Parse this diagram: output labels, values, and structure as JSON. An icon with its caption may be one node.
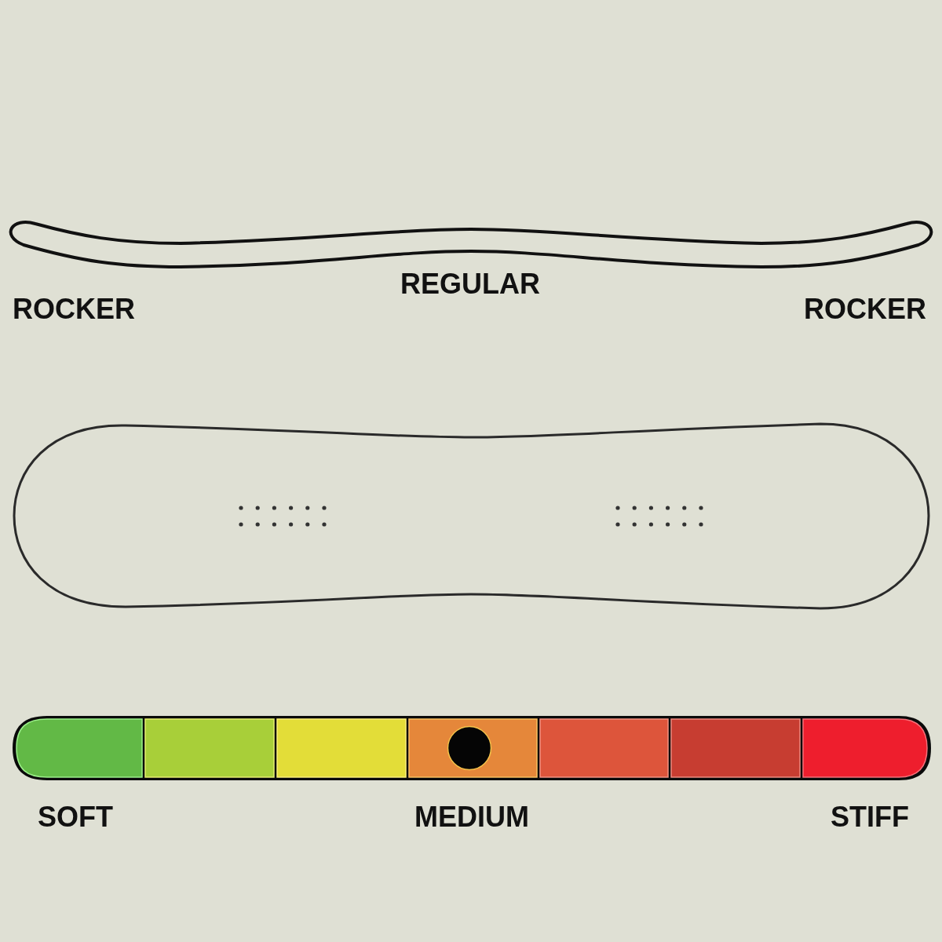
{
  "diagram": {
    "labels": [
      "ROCKER",
      "REGULAR",
      "ROCKER",
      "SOFT",
      "MEDIUM",
      "STIFF"
    ]
  }
}
